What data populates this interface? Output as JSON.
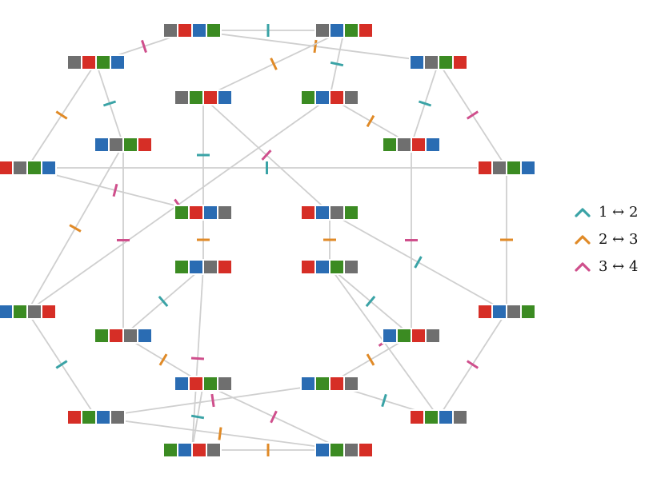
{
  "colors": {
    "1": "#d62e26",
    "2": "#3b8b22",
    "3": "#2a6cb3",
    "4": "#6f6f6f",
    "edge": "#cfcfcf"
  },
  "legend": [
    {
      "label": "1 ↔ 2",
      "color": "#3aa3a6",
      "icon": "chevron-up-icon"
    },
    {
      "label": "2 ↔ 3",
      "color": "#e08a27",
      "icon": "chevron-up-icon"
    },
    {
      "label": "3 ↔ 4",
      "color": "#cf4f8c",
      "icon": "chevron-up-icon"
    }
  ],
  "nodes": [
    [
      4,
      1,
      3,
      2
    ],
    [
      4,
      3,
      2,
      1
    ],
    [
      4,
      1,
      2,
      3
    ],
    [
      3,
      4,
      2,
      1
    ],
    [
      4,
      2,
      1,
      3
    ],
    [
      2,
      3,
      1,
      4
    ],
    [
      1,
      4,
      2,
      3
    ],
    [
      3,
      4,
      2,
      1
    ],
    [
      1,
      4,
      2,
      3
    ],
    [
      2,
      4,
      1,
      3
    ],
    [
      2,
      1,
      3,
      4
    ],
    [
      1,
      3,
      4,
      2
    ],
    [
      3,
      2,
      4,
      1
    ],
    [
      2,
      1,
      4,
      3
    ],
    [
      1,
      3,
      4,
      2
    ],
    [
      3,
      2,
      1,
      4
    ],
    [
      2,
      3,
      4,
      1
    ],
    [
      1,
      3,
      2,
      4
    ],
    [
      1,
      2,
      3,
      4
    ],
    [
      3,
      1,
      2,
      4
    ],
    [
      1,
      2,
      3,
      4
    ],
    [
      3,
      2,
      1,
      4
    ],
    [
      2,
      3,
      1,
      4
    ],
    [
      3,
      2,
      4,
      1
    ]
  ],
  "edges": [
    [
      0,
      1,
      1
    ],
    [
      0,
      2,
      3
    ],
    [
      0,
      3,
      2
    ],
    [
      1,
      5,
      1
    ],
    [
      1,
      4,
      2
    ],
    [
      2,
      6,
      2
    ],
    [
      2,
      7,
      1
    ],
    [
      3,
      8,
      3
    ],
    [
      3,
      9,
      1
    ],
    [
      4,
      10,
      1
    ],
    [
      4,
      11,
      3
    ],
    [
      5,
      12,
      3
    ],
    [
      5,
      9,
      2
    ],
    [
      6,
      8,
      1
    ],
    [
      6,
      10,
      3
    ],
    [
      7,
      12,
      2
    ],
    [
      7,
      13,
      3
    ],
    [
      8,
      14,
      2
    ],
    [
      9,
      15,
      3
    ],
    [
      10,
      16,
      2
    ],
    [
      11,
      14,
      1
    ],
    [
      11,
      17,
      2
    ],
    [
      12,
      18,
      1
    ],
    [
      13,
      16,
      1
    ],
    [
      13,
      19,
      2
    ],
    [
      14,
      20,
      3
    ],
    [
      15,
      17,
      1
    ],
    [
      15,
      21,
      2
    ],
    [
      16,
      22,
      3
    ],
    [
      17,
      20,
      3
    ],
    [
      18,
      21,
      3
    ],
    [
      18,
      23,
      2
    ],
    [
      19,
      22,
      1
    ],
    [
      19,
      23,
      3
    ],
    [
      20,
      21,
      1
    ],
    [
      22,
      23,
      2
    ]
  ]
}
